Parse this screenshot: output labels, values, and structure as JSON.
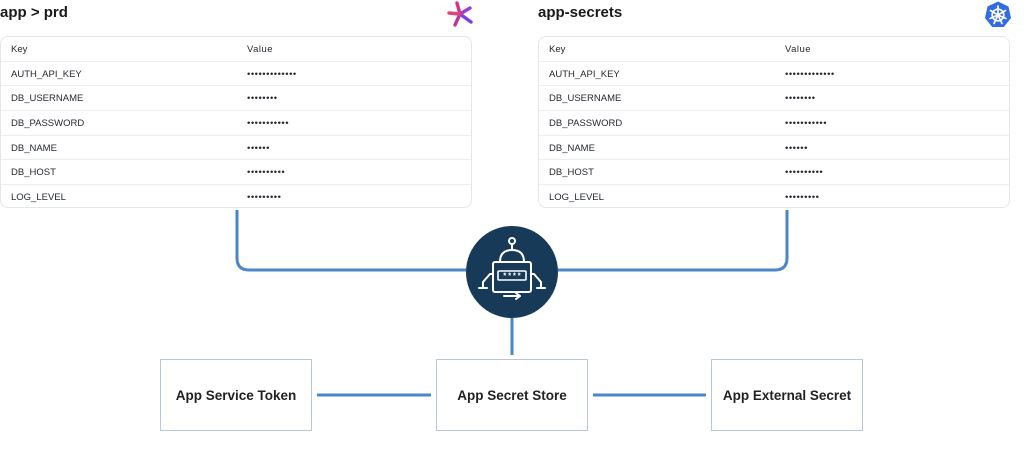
{
  "left_panel": {
    "title": "app > prd",
    "icon": "infisical-logo-icon",
    "table": {
      "headers": {
        "key": "Key",
        "value": "Value"
      },
      "rows": [
        {
          "key": "AUTH_API_KEY",
          "value": "•••••••••••••"
        },
        {
          "key": "DB_USERNAME",
          "value": "••••••••"
        },
        {
          "key": "DB_PASSWORD",
          "value": "•••••••••••"
        },
        {
          "key": "DB_NAME",
          "value": "••••••"
        },
        {
          "key": "DB_HOST",
          "value": "••••••••••"
        },
        {
          "key": "LOG_LEVEL",
          "value": "•••••••••"
        }
      ]
    }
  },
  "right_panel": {
    "title": "app-secrets",
    "icon": "kubernetes-wheel-icon",
    "table": {
      "headers": {
        "key": "Key",
        "value": "Value"
      },
      "rows": [
        {
          "key": "AUTH_API_KEY",
          "value": "•••••••••••••"
        },
        {
          "key": "DB_USERNAME",
          "value": "••••••••"
        },
        {
          "key": "DB_PASSWORD",
          "value": "•••••••••••"
        },
        {
          "key": "DB_NAME",
          "value": "••••••"
        },
        {
          "key": "DB_HOST",
          "value": "••••••••••"
        },
        {
          "key": "LOG_LEVEL",
          "value": "•••••••••"
        }
      ]
    }
  },
  "center_node": {
    "icon": "robot-operator-icon",
    "masked_text": "****"
  },
  "nodes": {
    "service_token": "App Service Token",
    "secret_store": "App Secret Store",
    "external_secret": "App External Secret"
  },
  "colors": {
    "connector": "#4a86c8",
    "robot_bg": "#163a58",
    "box_border": "#b7c7d6",
    "logo_pink": "#d63384",
    "logo_purple": "#7b3fe4",
    "k8s_blue": "#326ce5"
  }
}
